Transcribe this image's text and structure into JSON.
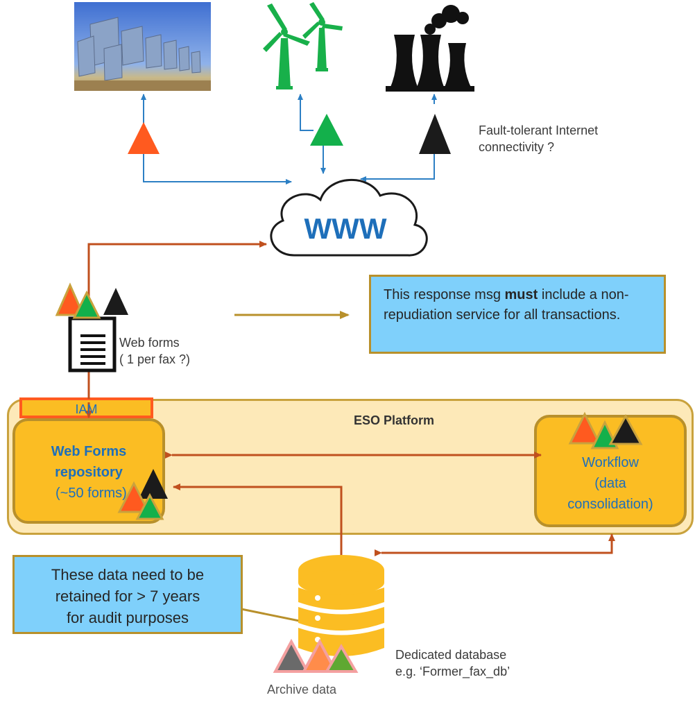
{
  "cloud": {
    "label": "WWW"
  },
  "connectivity_note": {
    "line1": "Fault-tolerant Internet",
    "line2": "connectivity ?"
  },
  "response_callout": {
    "part1": "This response msg ",
    "bold": "must",
    "part2": " include a non-repudiation service for all transactions."
  },
  "web_forms_doc": {
    "line1": "Web forms",
    "line2": "( 1 per fax ?)"
  },
  "platform": {
    "title": "ESO Platform",
    "iam_label": "IAM"
  },
  "repository": {
    "line1": "Web Forms",
    "line2": "repository",
    "line3": "(~50 forms)"
  },
  "workflow": {
    "line1": "Workflow",
    "line2": "(data",
    "line3": "consolidation)"
  },
  "retention_callout": {
    "line1": "These data need to be",
    "line2": "retained for > 7 years",
    "line3": "for audit purposes"
  },
  "database": {
    "line1": "Dedicated database",
    "line2": "e.g. ‘Former_fax_db’"
  },
  "archive": {
    "label": "Archive data"
  },
  "colors": {
    "orange_tri": "#ff5a1f",
    "green_tri": "#13b04b",
    "black_tri": "#1b1b1b",
    "arrow_blue": "#2c7fc4",
    "arrow_red": "#c0501e",
    "arrow_gold": "#b8902b",
    "box_fill": "#fbbd23",
    "platform_fill": "#fde9b8",
    "callout_fill": "#7fd0fb"
  }
}
